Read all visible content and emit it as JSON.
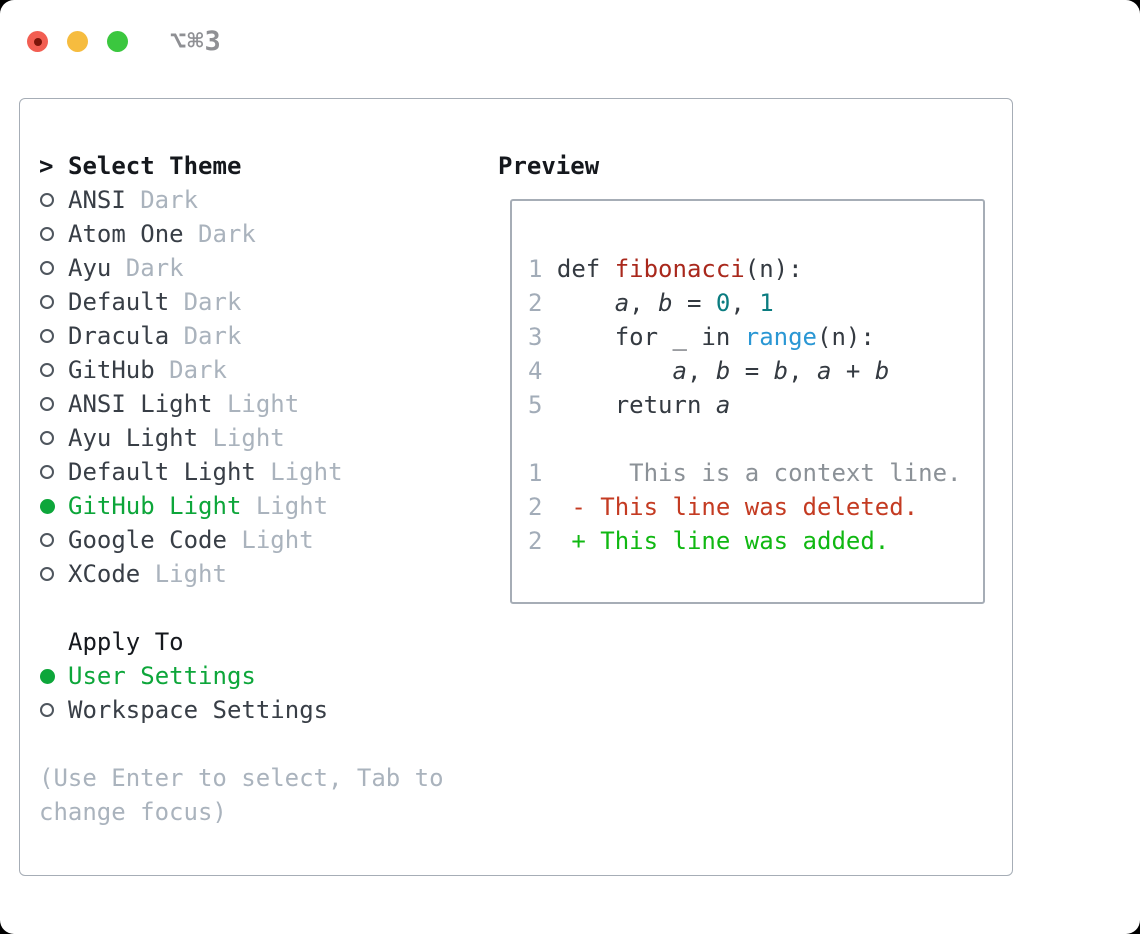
{
  "titlebar": {
    "title": "⌥⌘3"
  },
  "theme_selector": {
    "header_prefix": ">",
    "header": "Select Theme",
    "themes": [
      {
        "name": "ANSI",
        "variant": "Dark",
        "selected": false
      },
      {
        "name": "Atom One",
        "variant": "Dark",
        "selected": false
      },
      {
        "name": "Ayu",
        "variant": "Dark",
        "selected": false
      },
      {
        "name": "Default",
        "variant": "Dark",
        "selected": false
      },
      {
        "name": "Dracula",
        "variant": "Dark",
        "selected": false
      },
      {
        "name": "GitHub",
        "variant": "Dark",
        "selected": false
      },
      {
        "name": "ANSI Light",
        "variant": "Light",
        "selected": false
      },
      {
        "name": "Ayu Light",
        "variant": "Light",
        "selected": false
      },
      {
        "name": "Default Light",
        "variant": "Light",
        "selected": false
      },
      {
        "name": "GitHub Light",
        "variant": "Light",
        "selected": true
      },
      {
        "name": "Google Code",
        "variant": "Light",
        "selected": false
      },
      {
        "name": "XCode",
        "variant": "Light",
        "selected": false
      }
    ],
    "apply_to": {
      "header": "Apply To",
      "options": [
        {
          "name": "User Settings",
          "selected": true
        },
        {
          "name": "Workspace Settings",
          "selected": false
        }
      ]
    },
    "hint": "(Use Enter to select, Tab to change focus)"
  },
  "preview": {
    "header": "Preview",
    "code_lines": [
      {
        "num": "1",
        "tokens": [
          {
            "text": " def ",
            "cls": "plain"
          },
          {
            "text": "fibonacci",
            "cls": "func"
          },
          {
            "text": "(n):",
            "cls": "plain"
          }
        ]
      },
      {
        "num": "2",
        "tokens": [
          {
            "text": "     ",
            "cls": "plain"
          },
          {
            "text": "a",
            "cls": "var"
          },
          {
            "text": ", ",
            "cls": "plain"
          },
          {
            "text": "b",
            "cls": "var"
          },
          {
            "text": " = ",
            "cls": "plain"
          },
          {
            "text": "0",
            "cls": "num"
          },
          {
            "text": ", ",
            "cls": "plain"
          },
          {
            "text": "1",
            "cls": "num"
          }
        ]
      },
      {
        "num": "3",
        "tokens": [
          {
            "text": "     for _ in ",
            "cls": "plain"
          },
          {
            "text": "range",
            "cls": "builtin"
          },
          {
            "text": "(n):",
            "cls": "plain"
          }
        ]
      },
      {
        "num": "4",
        "tokens": [
          {
            "text": "         ",
            "cls": "plain"
          },
          {
            "text": "a",
            "cls": "var"
          },
          {
            "text": ", ",
            "cls": "plain"
          },
          {
            "text": "b",
            "cls": "var"
          },
          {
            "text": " = ",
            "cls": "plain"
          },
          {
            "text": "b",
            "cls": "var"
          },
          {
            "text": ", ",
            "cls": "plain"
          },
          {
            "text": "a",
            "cls": "var"
          },
          {
            "text": " + ",
            "cls": "plain"
          },
          {
            "text": "b",
            "cls": "var"
          }
        ]
      },
      {
        "num": "5",
        "tokens": [
          {
            "text": "     return ",
            "cls": "plain"
          },
          {
            "text": "a",
            "cls": "var"
          }
        ]
      }
    ],
    "diff_lines": [
      {
        "num": "1",
        "tokens": [
          {
            "text": "      This is a context line.",
            "cls": "context"
          }
        ]
      },
      {
        "num": "2",
        "tokens": [
          {
            "text": "  - This line was deleted.",
            "cls": "deleted"
          }
        ]
      },
      {
        "num": "2",
        "tokens": [
          {
            "text": "  + This line was added.",
            "cls": "added"
          }
        ]
      }
    ]
  },
  "colors": {
    "selected_green": "#0da63a",
    "function_red": "#a9281c",
    "number_teal": "#0b7c80",
    "builtin_blue": "#2a97d4",
    "context_gray": "#8b9197",
    "deleted_red": "#c43b22",
    "added_green": "#10b812",
    "muted_gray": "#aab3bd",
    "line_number_gray": "#a2acb8",
    "border_gray": "#a6adb6"
  }
}
